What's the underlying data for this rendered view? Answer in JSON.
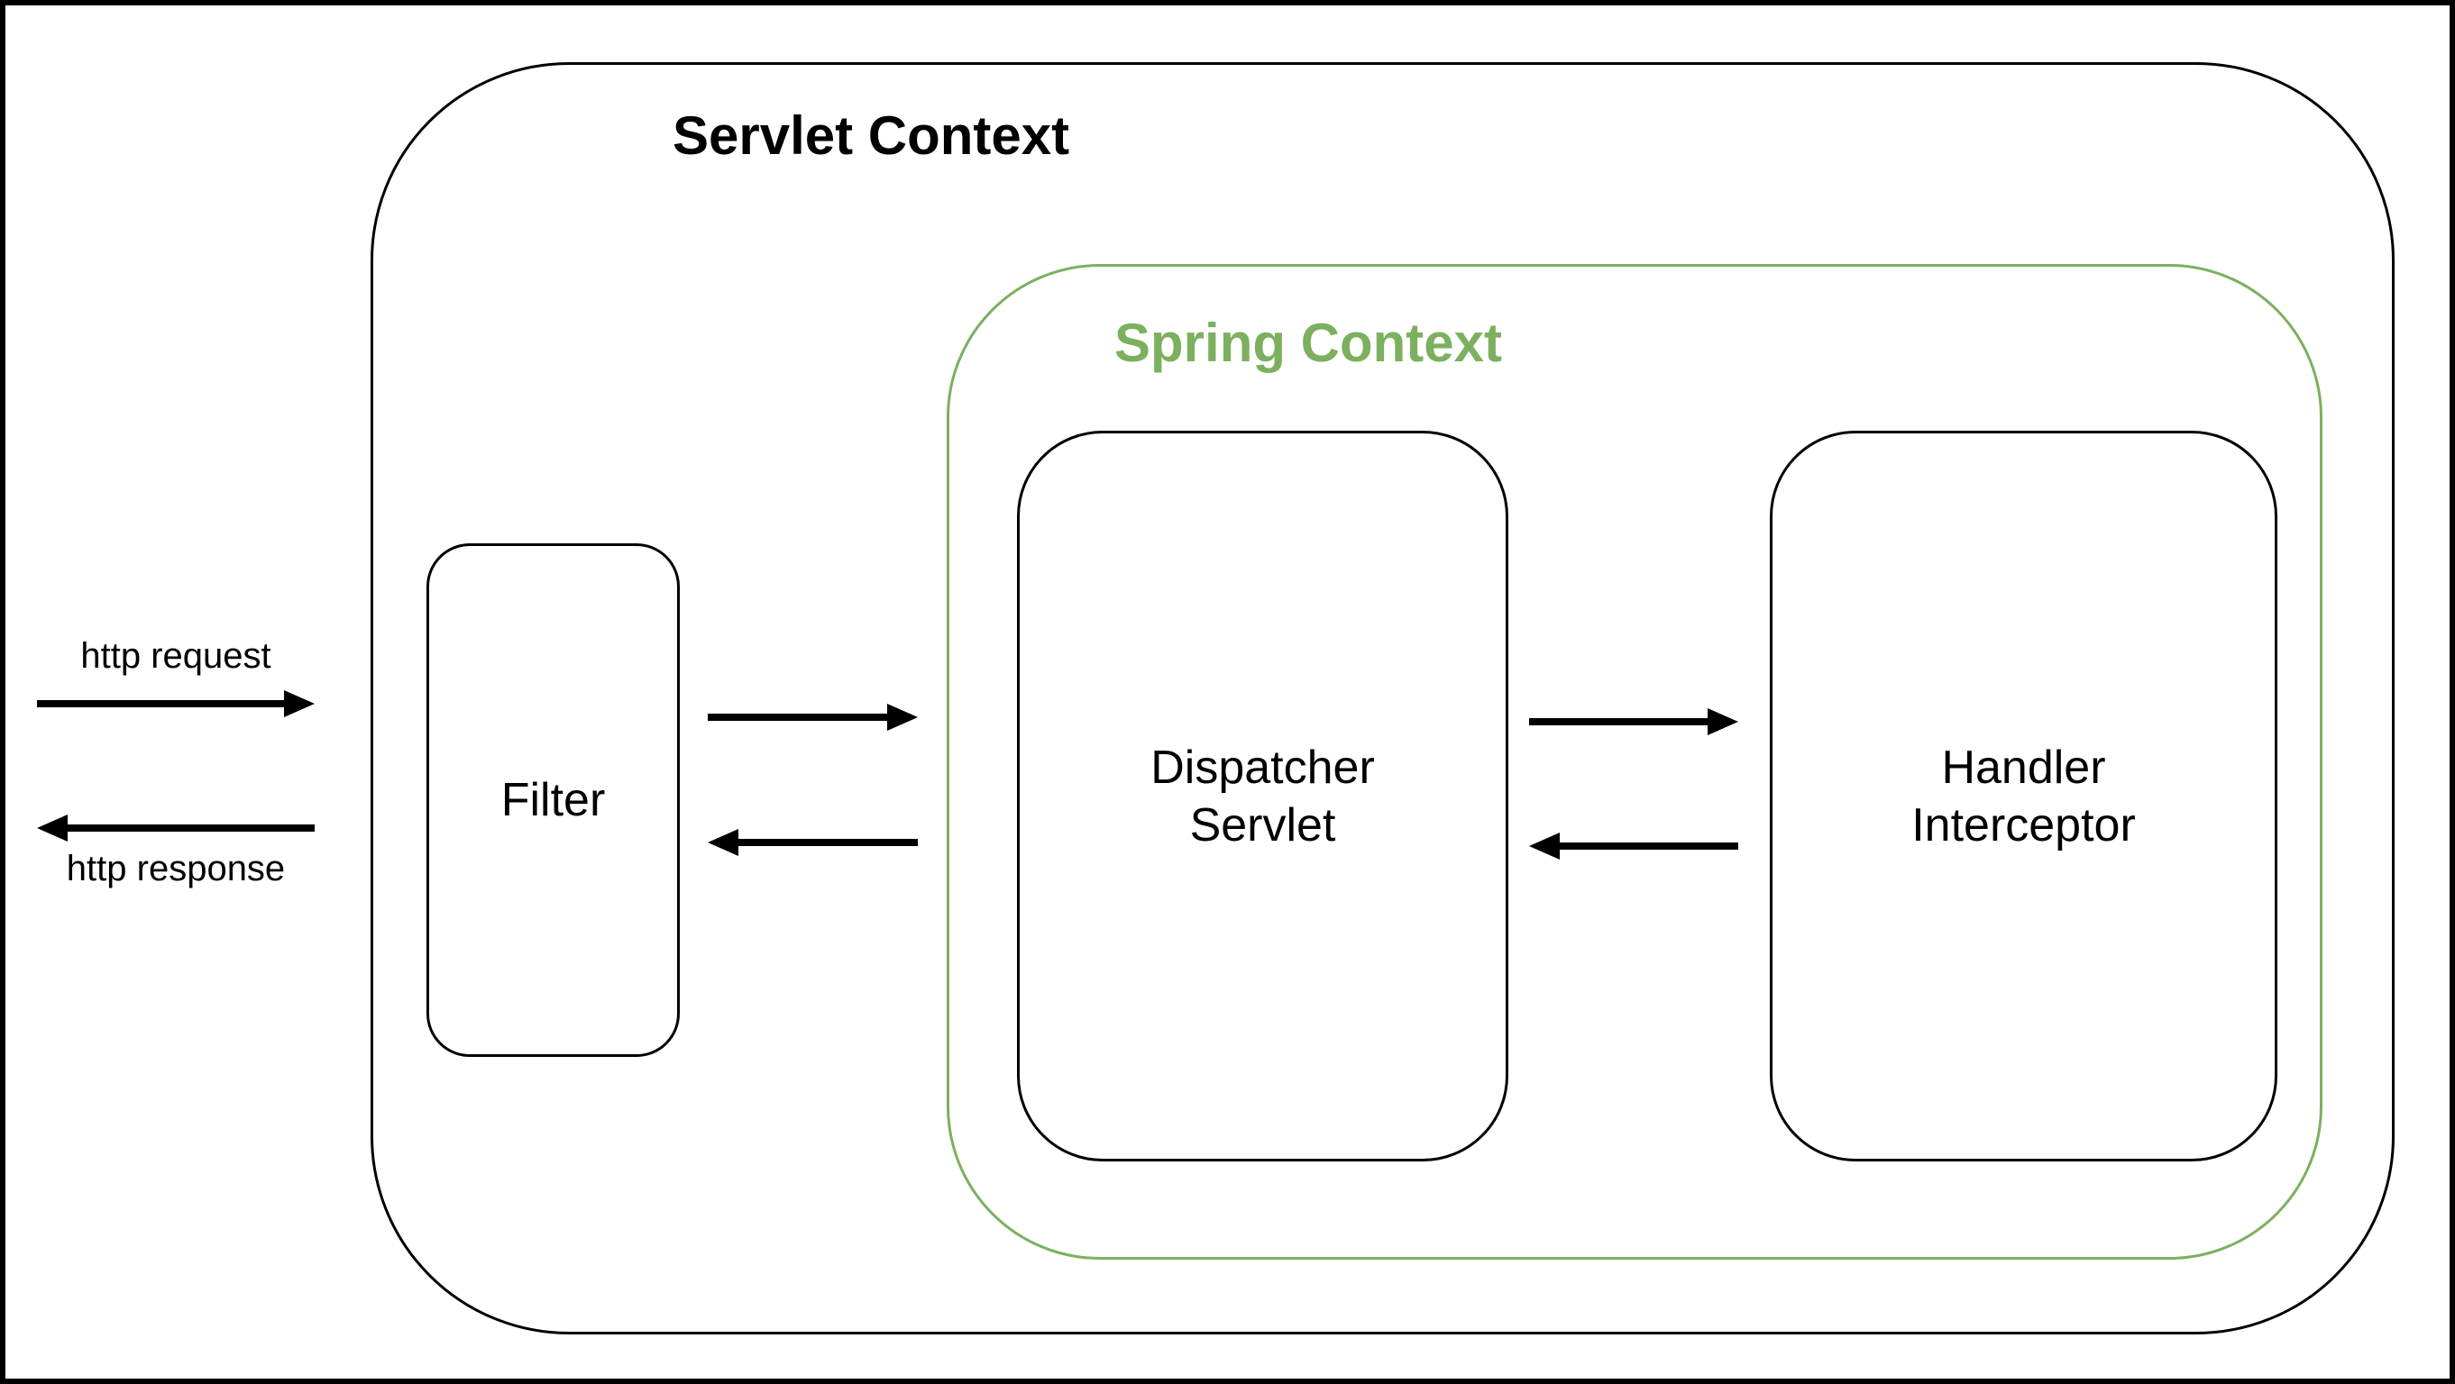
{
  "diagram": {
    "servlet_context": {
      "title": "Servlet Context"
    },
    "spring_context": {
      "title": "Spring Context"
    },
    "filter": {
      "label": "Filter"
    },
    "dispatcher_servlet": {
      "label": "Dispatcher\nServlet"
    },
    "handler_interceptor": {
      "label": "Handler\nInterceptor"
    },
    "http_request_label": "http request",
    "http_response_label": "http response"
  },
  "arrows": [
    {
      "name": "http-request-arrow",
      "direction": "right",
      "meaning": "http request into Filter"
    },
    {
      "name": "http-response-arrow",
      "direction": "left",
      "meaning": "http response out of Filter"
    },
    {
      "name": "filter-to-dispatcher-arrow",
      "direction": "right",
      "meaning": "Filter to Spring Context"
    },
    {
      "name": "dispatcher-to-filter-arrow",
      "direction": "left",
      "meaning": "Spring Context back to Filter"
    },
    {
      "name": "dispatcher-to-handler-arrow",
      "direction": "right",
      "meaning": "Dispatcher Servlet to Handler Interceptor"
    },
    {
      "name": "handler-to-dispatcher-arrow",
      "direction": "left",
      "meaning": "Handler Interceptor back to Dispatcher Servlet"
    }
  ],
  "colors": {
    "black": "#000000",
    "spring_green": "#7CB05E",
    "background": "#FFFFFF"
  }
}
